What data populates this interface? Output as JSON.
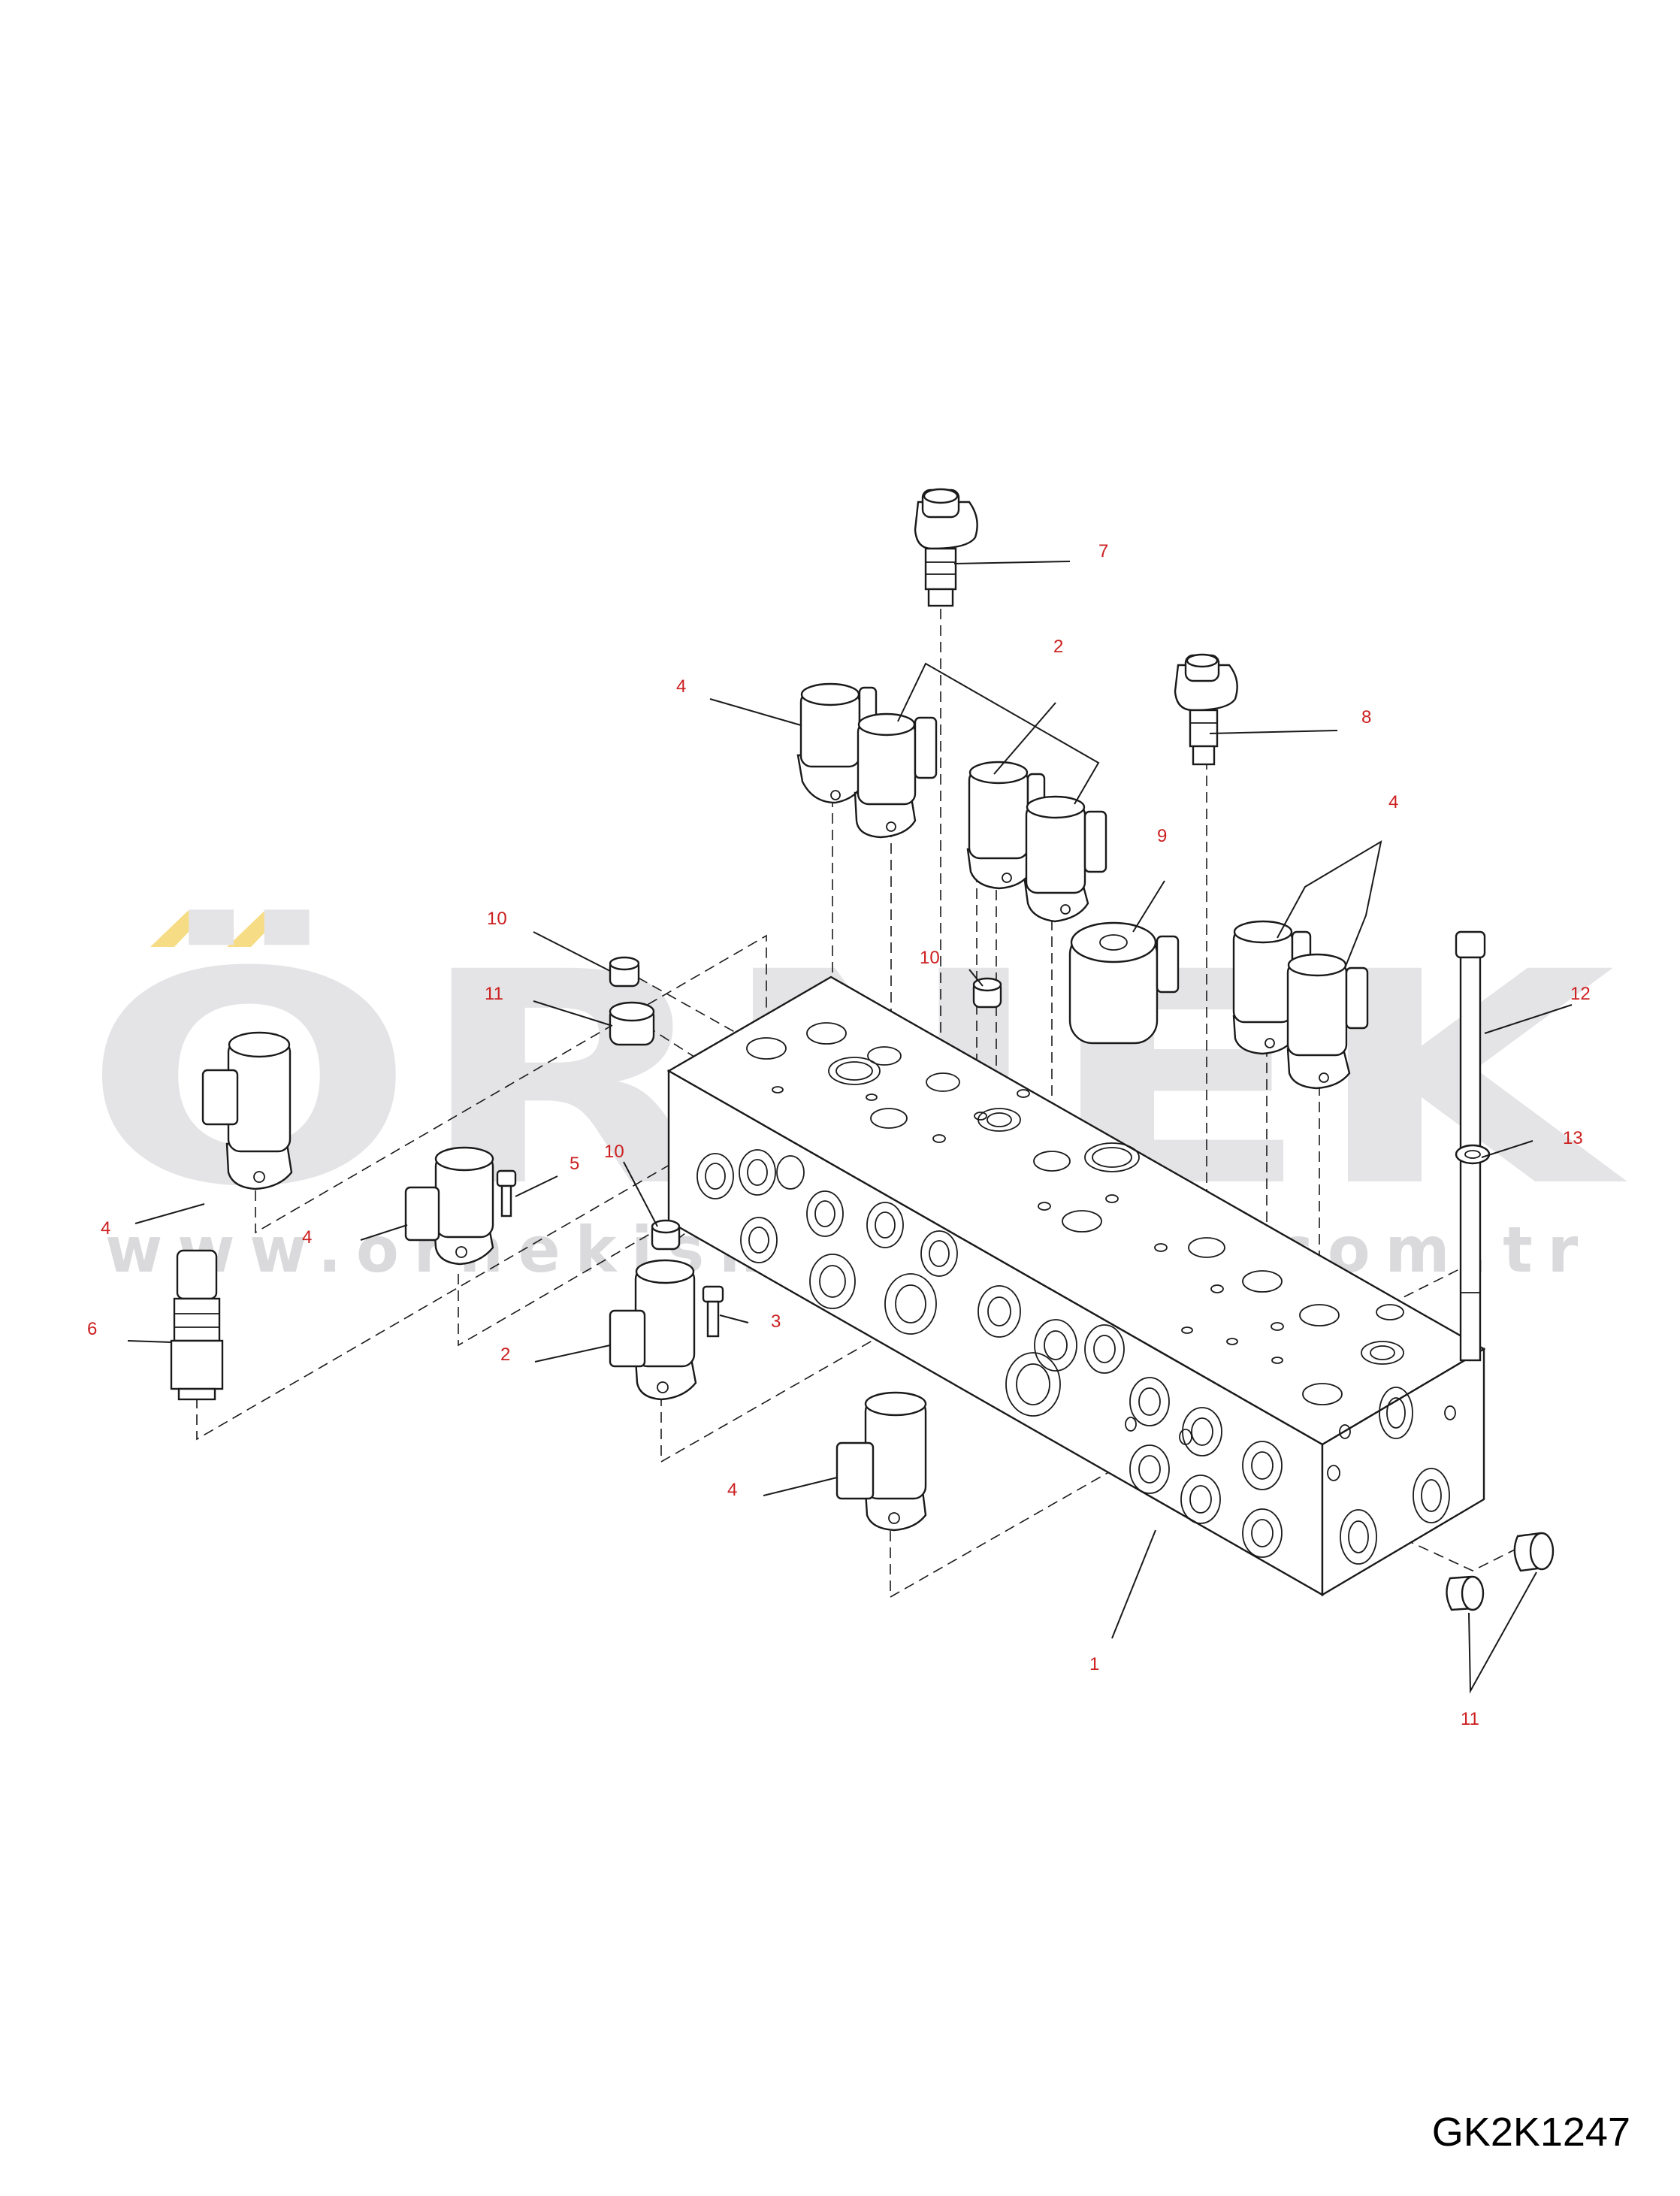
{
  "watermark": {
    "brand": "ÖRNEK",
    "url": "www.ornekismakinalari.com.tr",
    "accent_color": "#f7dc86",
    "text_color": "#e4e4e6"
  },
  "callouts": {
    "c7": "7",
    "c2_top": "2",
    "c4_top_left": "4",
    "c8": "8",
    "c4_top_right": "4",
    "c9": "9",
    "c10_top": "10",
    "c10_left": "10",
    "c11_left": "11",
    "c12": "12",
    "c13": "13",
    "c10_mid": "10",
    "c4_far_left": "4",
    "c5": "5",
    "c4_mid_left": "4",
    "c3": "3",
    "c6": "6",
    "c2_lower": "2",
    "c4_bottom": "4",
    "c1": "1",
    "c11_bottom": "11"
  },
  "drawing_code": "GK2K1247",
  "colors": {
    "callout": "#cc1f1f",
    "line": "#1a1a1a"
  }
}
